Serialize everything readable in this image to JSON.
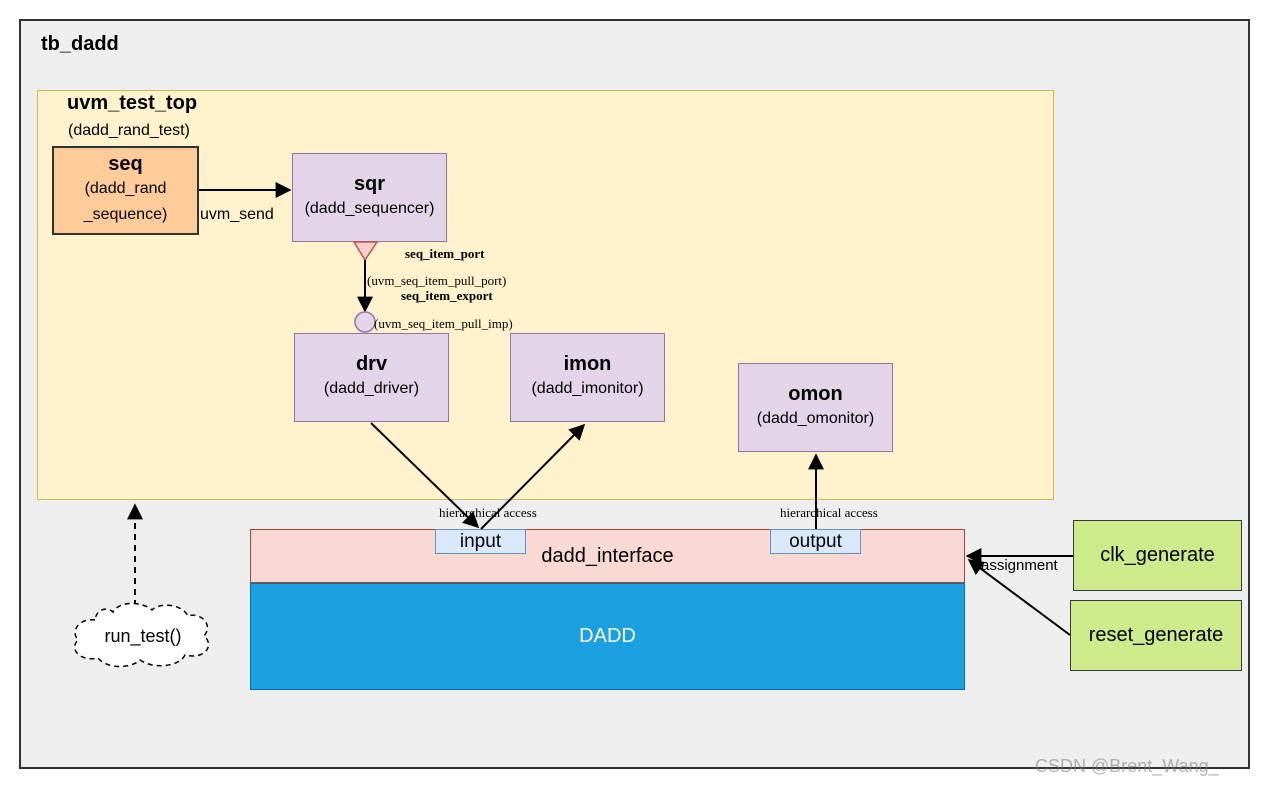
{
  "tb": {
    "title": "tb_dadd"
  },
  "uvm_top": {
    "title": "uvm_test_top",
    "subtitle": "(dadd_rand_test)"
  },
  "seq": {
    "name": "seq",
    "line1": "(dadd_rand",
    "line2": "_sequence)"
  },
  "sqr": {
    "name": "sqr",
    "class": "(dadd_sequencer)"
  },
  "drv": {
    "name": "drv",
    "class": "(dadd_driver)"
  },
  "imon": {
    "name": "imon",
    "class": "(dadd_imonitor)"
  },
  "omon": {
    "name": "omon",
    "class": "(dadd_omonitor)"
  },
  "edges": {
    "uvm_send": "uvm_send",
    "seq_item_port": "seq_item_port",
    "pull_port": "(uvm_seq_item_pull_port)",
    "seq_item_export": "seq_item_export",
    "pull_imp": "(uvm_seq_item_pull_imp)",
    "hier_access_1": "hierarchical access",
    "hier_access_2": "hierarchical access",
    "assignment": "assignment"
  },
  "interface": {
    "name": "dadd_interface",
    "input": "input",
    "output": "output"
  },
  "dut": {
    "name": "DADD"
  },
  "clk": {
    "name": "clk_generate"
  },
  "reset": {
    "name": "reset_generate"
  },
  "run_test": {
    "label": "run_test()"
  },
  "watermark": "CSDN @Brent_Wang_"
}
